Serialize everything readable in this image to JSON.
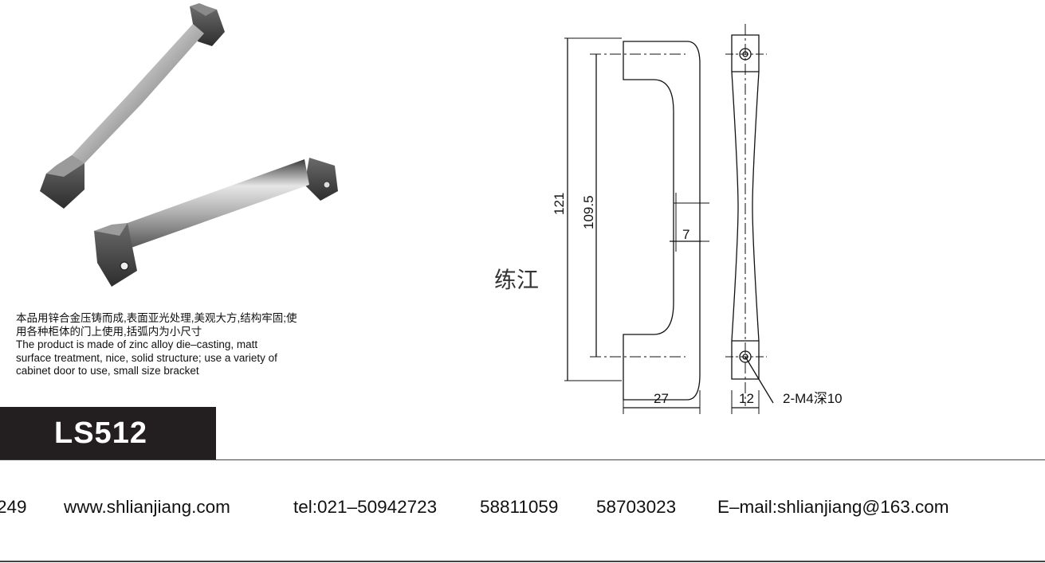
{
  "description": {
    "cn_line1": "本品用锌合金压铸而成,表面亚光处理,美观大方,结构牢固;使",
    "cn_line2": "用各种柜体的门上使用,括弧内为小尺寸",
    "en_line1": "The product is made of zinc alloy die–casting, matt",
    "en_line2": "surface treatment, nice, solid structure; use a variety of",
    "en_line3": "cabinet door to use, small size bracket"
  },
  "model": "LS512",
  "watermark": "练江",
  "dimensions": {
    "overall_height": "121",
    "hole_spacing": "109.5",
    "grip_thickness": "7",
    "depth": "27",
    "width": "12",
    "thread_note": "2-M4深10"
  },
  "contact": {
    "partial_number": "249",
    "website": "www.shlianjiang.com",
    "tel": "tel:021–50942723",
    "phone2": "58811059",
    "phone3": "58703023",
    "email": "E–mail:shlianjiang@163.com"
  },
  "colors": {
    "model_bar": "#231f20",
    "model_text": "#ffffff",
    "line": "#444444"
  }
}
